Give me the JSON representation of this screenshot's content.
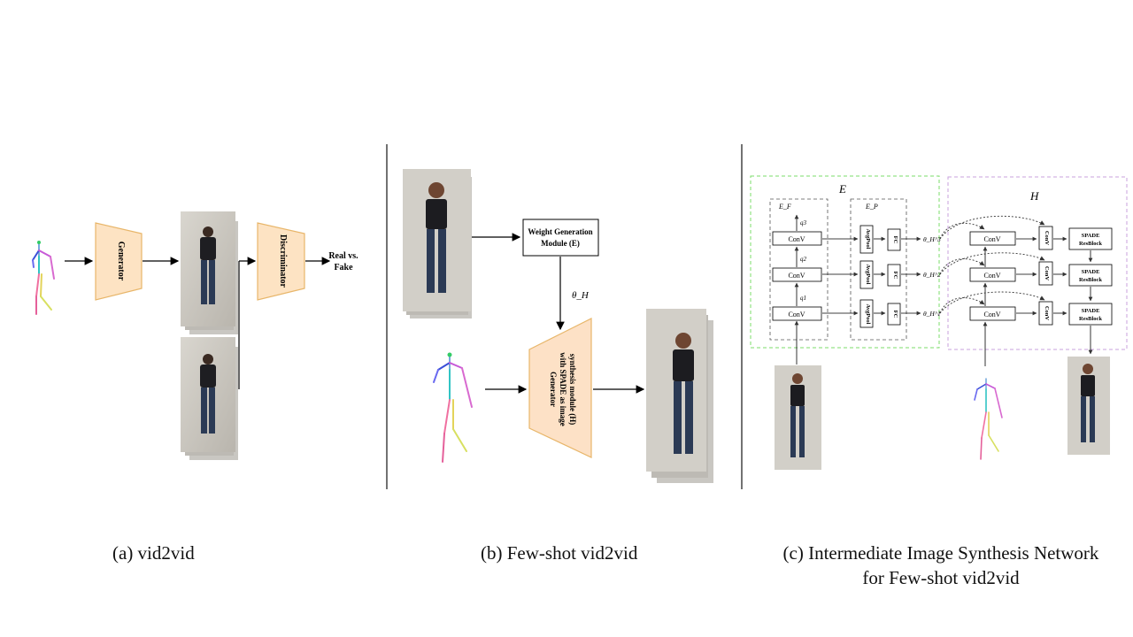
{
  "panel_a": {
    "generator_label": "Generator",
    "discriminator_label": "Discriminator",
    "output_line1": "Real vs.",
    "output_line2": "Fake",
    "caption": "(a) vid2vid"
  },
  "panel_b": {
    "weight_gen_line1": "Weight Generation",
    "weight_gen_line2": "Module (E)",
    "theta_label": "θ_H",
    "generator_line1": "Generator",
    "generator_line2": "with SPADE as image",
    "generator_line3": "synthesis module (H)",
    "caption": "(b) Few-shot vid2vid"
  },
  "panel_c": {
    "e_label": "E",
    "h_label": "H",
    "ef_label": "E_F",
    "ep_label": "E_P",
    "conv_label": "ConV",
    "avgpool_label": "AvgPool",
    "fc_label": "FC",
    "spade_line1": "SPADE",
    "spade_line2": "ResBlock",
    "q1": "q1",
    "q2": "q2",
    "q3": "q3",
    "theta1": "θ_H^1",
    "theta2": "θ_H^2",
    "theta3": "θ_H^3",
    "caption_line1": "(c) Intermediate Image Synthesis Network",
    "caption_line2": "for Few-shot vid2vid"
  },
  "colors": {
    "trapezoid_a_fill": "#fde3c3",
    "trapezoid_a_stroke": "#e8b66a",
    "trapezoid_b_fill": "#fde1c6",
    "green_dash": "#7bdc6a",
    "purple_dash": "#c8a2de",
    "divider": "#444444"
  }
}
